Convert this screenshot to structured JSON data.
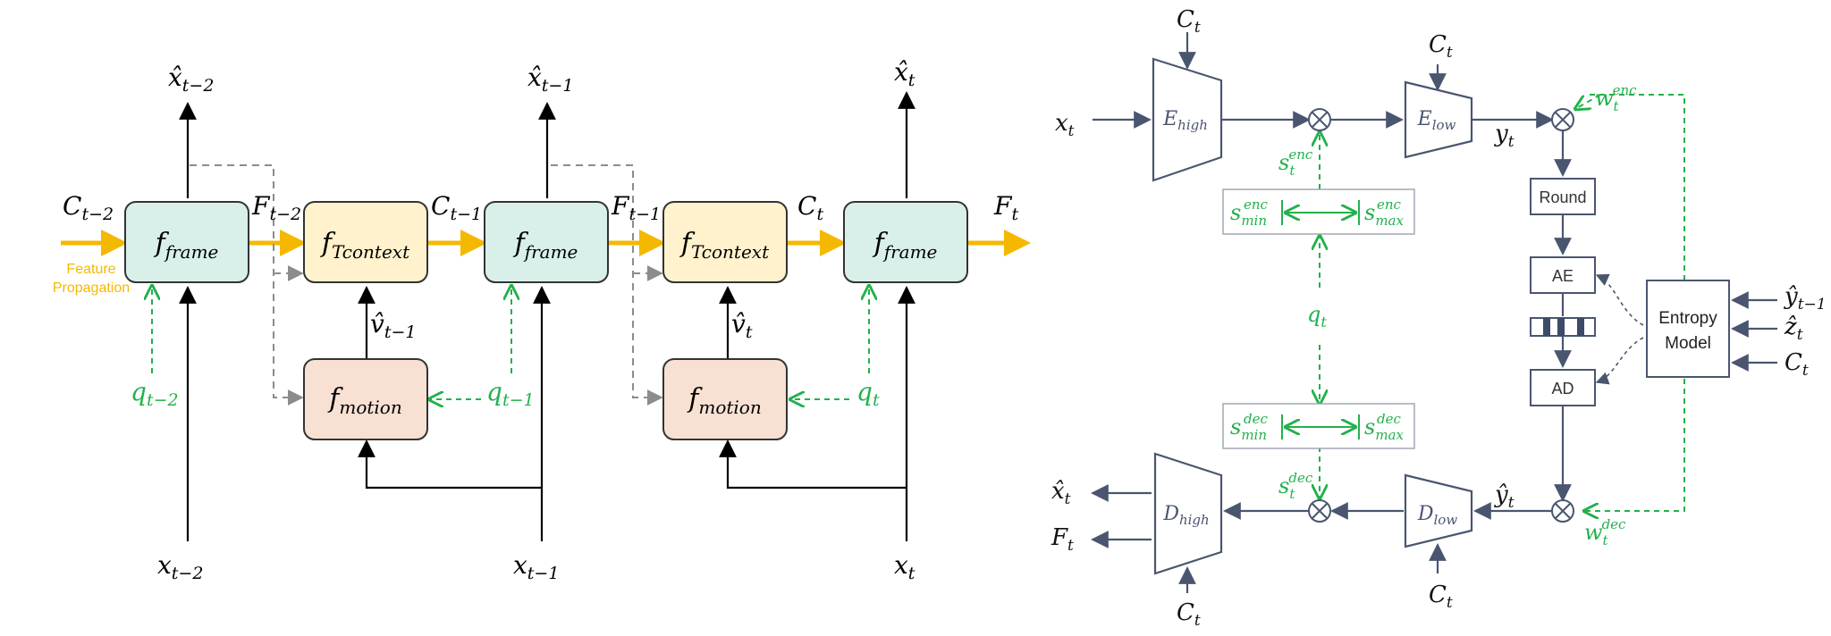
{
  "colors": {
    "feature_arrow": "#F5B800",
    "q_arrow": "#22B14C",
    "dashed_gray": "#8C8C8C",
    "frame_box": "#D9F0EA",
    "tcontext_box": "#FFF2CC",
    "motion_box": "#F8E1D3",
    "right_stroke": "#4A5670",
    "black": "#000000"
  },
  "left": {
    "feature_label": [
      "Feature",
      "Propagation"
    ],
    "blocks": {
      "frame": {
        "base": "f",
        "sub": "frame"
      },
      "tcontext": {
        "base": "f",
        "sub": "Tcontext"
      },
      "motion": {
        "base": "f",
        "sub": "motion"
      }
    },
    "labels": {
      "c_tm2": {
        "base": "C",
        "sub": "t−2"
      },
      "c_tm1": {
        "base": "C",
        "sub": "t−1"
      },
      "c_t": {
        "base": "C",
        "sub": "t"
      },
      "f_tm2": {
        "base": "F",
        "sub": "t−2"
      },
      "f_tm1": {
        "base": "F",
        "sub": "t−1"
      },
      "f_t": {
        "base": "F",
        "sub": "t"
      },
      "xhat_tm2": {
        "base": "x̂",
        "sub": "t−2"
      },
      "xhat_tm1": {
        "base": "x̂",
        "sub": "t−1"
      },
      "xhat_t": {
        "base": "x̂",
        "sub": "t"
      },
      "x_tm2": {
        "base": "x",
        "sub": "t−2"
      },
      "x_tm1": {
        "base": "x",
        "sub": "t−1"
      },
      "x_t": {
        "base": "x",
        "sub": "t"
      },
      "vhat_tm1": {
        "base": "v̂",
        "sub": "t−1"
      },
      "vhat_t": {
        "base": "v̂",
        "sub": "t"
      },
      "q_tm2": {
        "base": "q",
        "sub": "t−2"
      },
      "q_tm1": {
        "base": "q",
        "sub": "t−1"
      },
      "q_t": {
        "base": "q",
        "sub": "t"
      }
    }
  },
  "right": {
    "x_t": {
      "base": "x",
      "sub": "t"
    },
    "y_t": {
      "base": "y",
      "sub": "t"
    },
    "yhat_t": {
      "base": "ŷ",
      "sub": "t"
    },
    "xhat_t": {
      "base": "x̂",
      "sub": "t"
    },
    "F_t": {
      "base": "F",
      "sub": "t"
    },
    "C_t": {
      "base": "C",
      "sub": "t"
    },
    "q_t": {
      "base": "q",
      "sub": "t"
    },
    "E_high": {
      "base": "E",
      "sub": "high"
    },
    "E_low": {
      "base": "E",
      "sub": "low"
    },
    "D_high": {
      "base": "D",
      "sub": "high"
    },
    "D_low": {
      "base": "D",
      "sub": "low"
    },
    "s_enc": {
      "base": "s",
      "sub": "t",
      "sup": "enc"
    },
    "s_dec": {
      "base": "s",
      "sub": "t",
      "sup": "dec"
    },
    "smin_enc": {
      "base": "s",
      "sub": "min",
      "sup": "enc"
    },
    "smax_enc": {
      "base": "s",
      "sub": "max",
      "sup": "enc"
    },
    "smin_dec": {
      "base": "s",
      "sub": "min",
      "sup": "dec"
    },
    "smax_dec": {
      "base": "s",
      "sub": "max",
      "sup": "dec"
    },
    "w_enc": {
      "base": "w",
      "sub": "t",
      "sup": "enc"
    },
    "w_dec": {
      "base": "w",
      "sub": "t",
      "sup": "dec"
    },
    "round_label": "Round",
    "ae_label": "AE",
    "ad_label": "AD",
    "entropy_label": [
      "Entropy",
      "Model"
    ],
    "yhat_tm1": {
      "base": "ŷ",
      "sub": "t−1"
    },
    "zhat_t": {
      "base": "ẑ",
      "sub": "t"
    },
    "C_t2": {
      "base": "C",
      "sub": "t"
    }
  }
}
